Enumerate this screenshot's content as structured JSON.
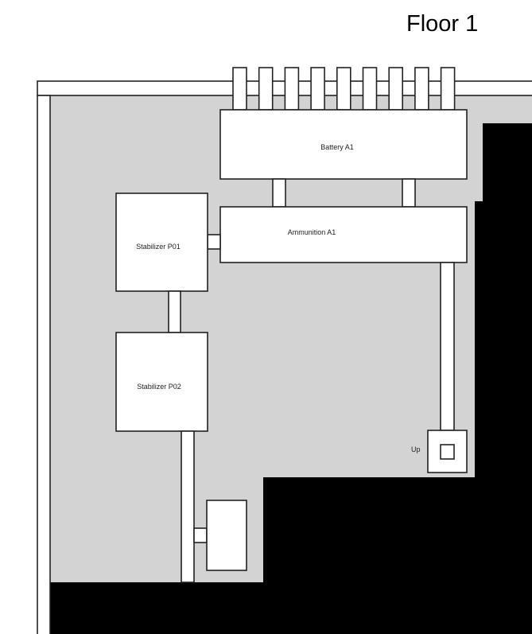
{
  "title": "Floor 1",
  "modules": {
    "battery": "Battery A1",
    "ammunition": "Ammunition A1",
    "stabilizer1": "Stabilizer P01",
    "stabilizer2": "Stabilizer P02",
    "up": "Up"
  },
  "colors": {
    "floor": "#d3d3d3",
    "module": "#ffffff",
    "void": "#000000",
    "outline": "#222222"
  }
}
